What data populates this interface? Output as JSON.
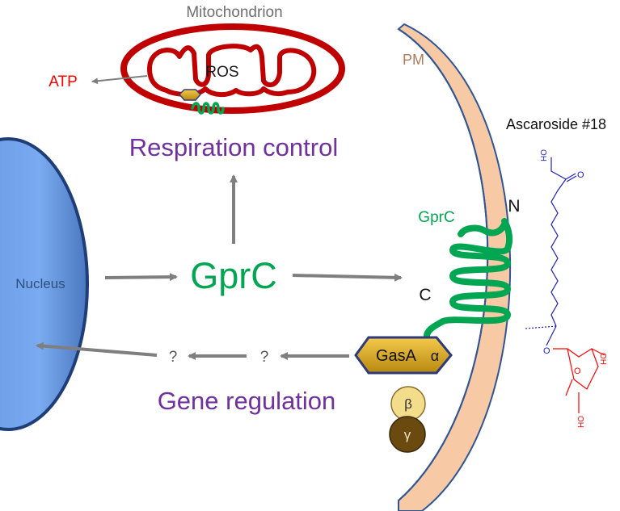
{
  "labels": {
    "mitochondrion": "Mitochondrion",
    "ros": "ROS",
    "atp": "ATP",
    "respiration_control": "Respiration control",
    "gprc_center": "GprC",
    "gprc_receptor": "GprC",
    "nucleus": "Nucleus",
    "pm": "PM",
    "n_terminus": "N",
    "c_terminus": "C",
    "gas_alpha": "GasA",
    "alpha_symbol": "α",
    "beta": "β",
    "gamma": "γ",
    "gene_regulation": "Gene regulation",
    "unknown_step_1": "?",
    "unknown_step_2": "?",
    "ascaroside": "Ascaroside #18",
    "ho_top": "HO",
    "o_top": "O",
    "o_glyco": "O",
    "o_ring": "O",
    "ho_ring_right": "HO",
    "ho_ring_bottom": "HO"
  },
  "colors": {
    "mito_red": "#c00000",
    "atp_red": "#ff0000",
    "gprc_green": "#00a651",
    "purple_text": "#7030a0",
    "arrow_gray": "#7f7f7f",
    "membrane_fill": "#f7c9a5",
    "membrane_stroke": "#2f5597",
    "nucleus_fill": "#6a9ee8",
    "gold": "#d4a017",
    "beta_fill": "#f3dc8a",
    "gamma_fill": "#6b4a0f",
    "molecule_blue": "#1f1fbf",
    "sugar_red": "#ff0000"
  }
}
